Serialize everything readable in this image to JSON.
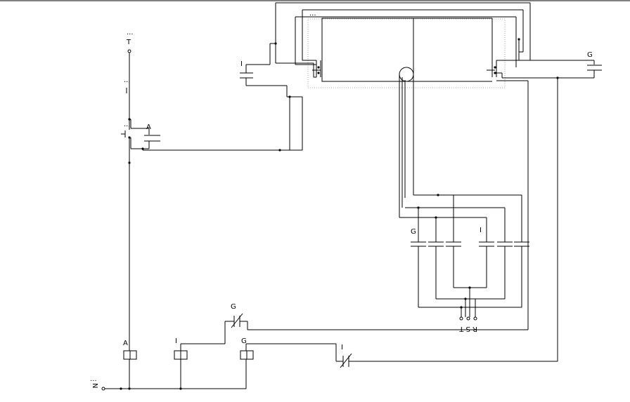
{
  "labels": {
    "t_terminal": "T",
    "n_terminal": "N",
    "ellipsis": "...",
    "coil_a": "A",
    "coil_i": "I",
    "coil_g": "G",
    "contact_a": "A",
    "contact_i_top": "I",
    "contact_g_right": "G",
    "contact_g_bottom": "G",
    "contact_i_bottom": "I",
    "cap_bank_g": "G",
    "cap_bank_i": "I",
    "rst": "R S T"
  },
  "colors": {
    "wire": "#000000",
    "dotted_frame": "#888888",
    "background": "#ffffff"
  }
}
